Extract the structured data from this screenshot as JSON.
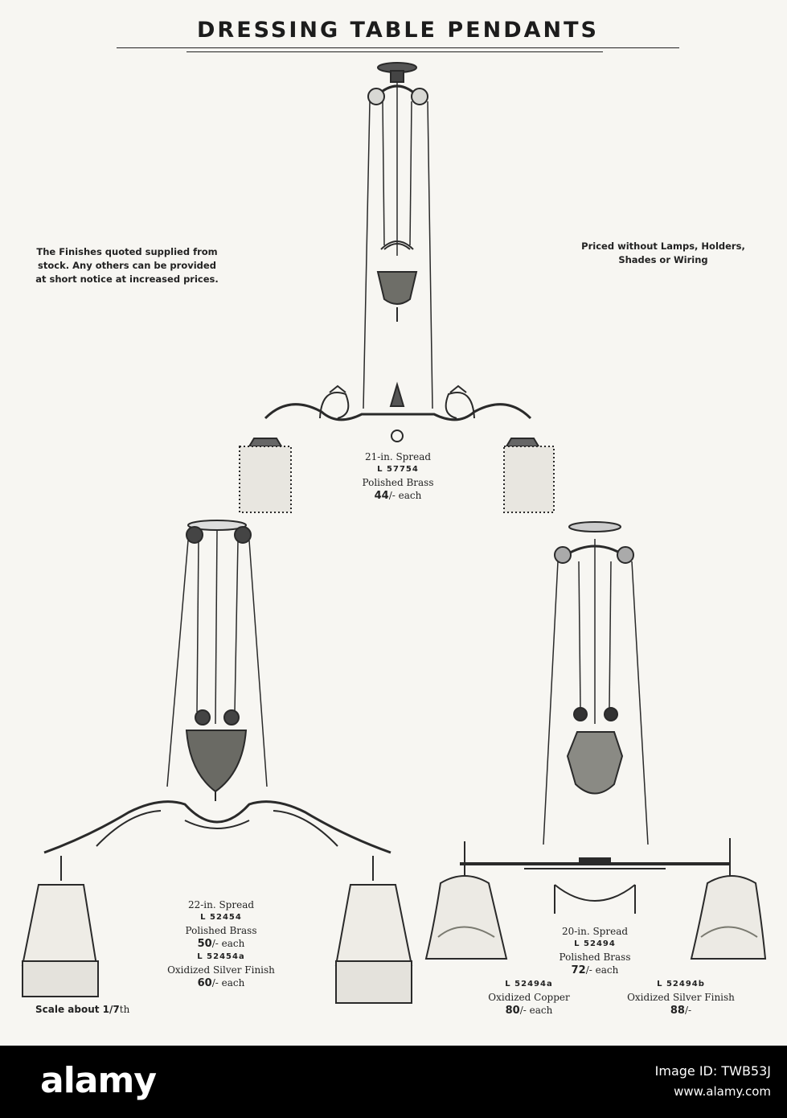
{
  "title": "DRESSING TABLE PENDANTS",
  "notes": {
    "left": "The Finishes quoted supplied from stock. Any others can be provided at short notice at increased prices.",
    "right": "Priced without Lamps, Holders, Shades or Wiring"
  },
  "items": [
    {
      "spread": "21-in. Spread",
      "code": "L 57754",
      "finish": "Polished Brass",
      "price": "44",
      "price_suffix": "/- each"
    },
    {
      "spread": "22-in. Spread",
      "code": "L 52454",
      "finish": "Polished Brass",
      "price": "50",
      "price_suffix": "/- each",
      "alt_code": "L 52454a",
      "alt_finish": "Oxidized Silver Finish",
      "alt_price": "60",
      "alt_price_suffix": "/- each"
    },
    {
      "spread": "20-in. Spread",
      "code": "L 52494",
      "finish": "Polished Brass",
      "price": "72",
      "price_suffix": "/- each",
      "variant_a": {
        "code": "L 52494a",
        "finish": "Oxidized Copper",
        "price": "80",
        "price_suffix": "/- each"
      },
      "variant_b": {
        "code": "L 52494b",
        "finish": "Oxidized Silver Finish",
        "price": "88",
        "price_suffix": "/-"
      }
    }
  ],
  "scale": {
    "prefix": "Scale about ",
    "fraction": "1/7",
    "suffix": "th"
  },
  "footer": {
    "brand": "alamy",
    "image_id": "Image ID: TWB53J",
    "url": "www.alamy.com"
  }
}
